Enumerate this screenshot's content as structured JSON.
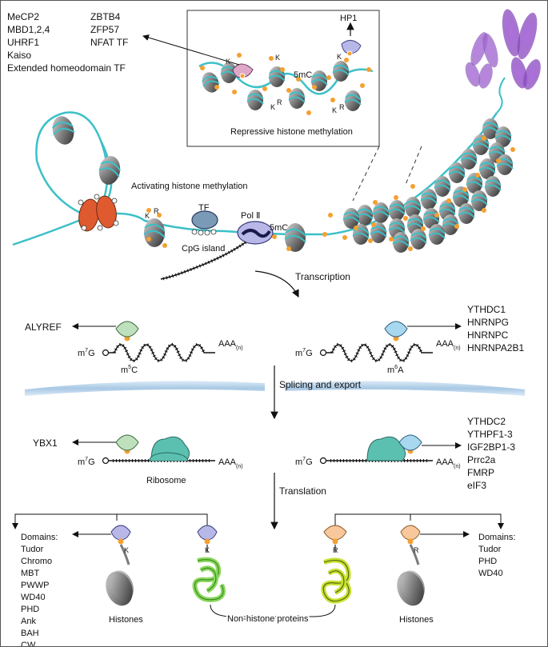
{
  "top_left_readers": {
    "col1": [
      "MeCP2",
      "MBD1,2,4",
      "UHRF1",
      "Kaiso",
      "Extended homeodomain TF"
    ],
    "col2": [
      "ZBTB4",
      "ZFP57",
      "NFAT TF"
    ]
  },
  "inset": {
    "title": "Repressive histone methylation",
    "hp1": "HP1",
    "mark": "5mC",
    "k": "K",
    "r": "R"
  },
  "chromatin": {
    "activating_label": "Activating histone methylation",
    "tf": "TF",
    "cpg": "CpG island",
    "pol": "Pol Ⅱ",
    "mark": "5mC",
    "k": "K",
    "r": "R"
  },
  "steps": {
    "transcription": "Transcription",
    "splicing": "Splicing and export",
    "translation": "Translation"
  },
  "mrna": {
    "cap_m": "m",
    "cap_sup": "7",
    "cap_g": "G",
    "tail": "AAA",
    "tail_sub": "(n)",
    "m5c_m": "m",
    "m5c_sup": "5",
    "m5c_c": "C",
    "m6a_m": "m",
    "m6a_sup": "6",
    "m6a_a": "A",
    "ribosome": "Ribosome"
  },
  "readers": {
    "alyref": "ALYREF",
    "m6a_nuclear": [
      "YTHDC1",
      "HNRNPG",
      "HNRNPC",
      "HNRNPA2B1"
    ],
    "ybx1": "YBX1",
    "m6a_cyto": [
      "YTHDC2",
      "YTHPF1-3",
      "IGF2BP1-3",
      "Prrc2a",
      "FMRP",
      "eIF3"
    ]
  },
  "proteins": {
    "left_domains": [
      "Domains:",
      "Tudor",
      "Chromo",
      "MBT",
      "PWWP",
      "WD40",
      "PHD",
      "Ank",
      "BAH",
      "CW"
    ],
    "right_domains": [
      "Domains:",
      "Tudor",
      "PHD",
      "WD40"
    ],
    "histones_left": "Histones",
    "histones_right": "Histones",
    "non_histone": "Non-histone proteins",
    "k": "K",
    "r": "R"
  },
  "colors": {
    "dna": "#3cc0c8",
    "orange": "#f5a030",
    "nucleosome": "#6a6a6a",
    "membrane": "#bcd8ee",
    "ribosome": "#5cc0b0",
    "reader_green": "#bfe0bc",
    "reader_blue": "#a8d8f0",
    "reader_purple": "#b8b8e8",
    "reader_peach": "#f8c89c",
    "pink": "#e0a8c8",
    "red_complex": "#e05a30",
    "chromosome": "#9a5cc8",
    "protein_green": "#8ad85a",
    "protein_yellow": "#c8e030"
  }
}
